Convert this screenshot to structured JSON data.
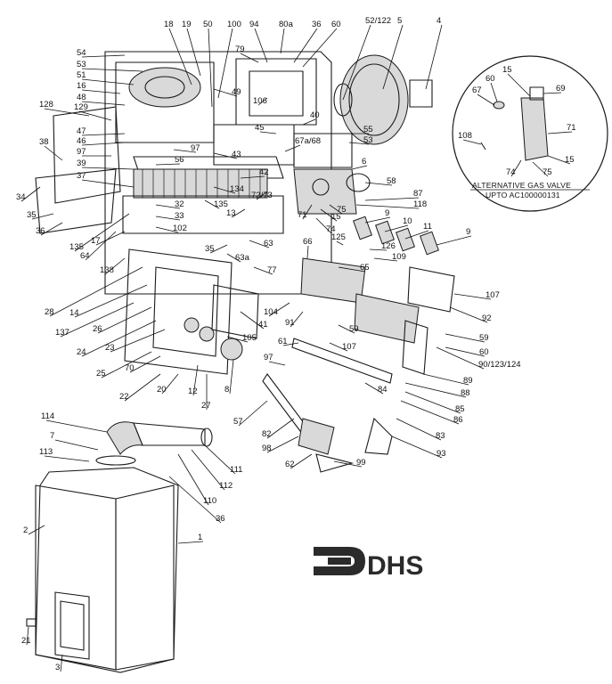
{
  "inset": {
    "title_line1": "ALTERNATIVE GAS VALVE",
    "title_line2": "UPTO AC100000131"
  },
  "logo": {
    "text": "DHS",
    "color": "#2b2b2b"
  },
  "callouts": [
    {
      "id": "c-18",
      "label": "18"
    },
    {
      "id": "c-19",
      "label": "19"
    },
    {
      "id": "c-50",
      "label": "50"
    },
    {
      "id": "c-100",
      "label": "100"
    },
    {
      "id": "c-94",
      "label": "94"
    },
    {
      "id": "c-80a",
      "label": "80a"
    },
    {
      "id": "c-36a",
      "label": "36"
    },
    {
      "id": "c-60a",
      "label": "60"
    },
    {
      "id": "c-52-122",
      "label": "52/122"
    },
    {
      "id": "c-5",
      "label": "5"
    },
    {
      "id": "c-4",
      "label": "4"
    },
    {
      "id": "c-54",
      "label": "54"
    },
    {
      "id": "c-53a",
      "label": "53"
    },
    {
      "id": "c-51",
      "label": "51"
    },
    {
      "id": "c-16",
      "label": "16"
    },
    {
      "id": "c-48",
      "label": "48"
    },
    {
      "id": "c-128",
      "label": "128"
    },
    {
      "id": "c-129",
      "label": "129"
    },
    {
      "id": "c-47",
      "label": "47"
    },
    {
      "id": "c-46",
      "label": "46"
    },
    {
      "id": "c-97a",
      "label": "97"
    },
    {
      "id": "c-38",
      "label": "38"
    },
    {
      "id": "c-79",
      "label": "79"
    },
    {
      "id": "c-49",
      "label": "49"
    },
    {
      "id": "c-106",
      "label": "106"
    },
    {
      "id": "c-40",
      "label": "40"
    },
    {
      "id": "c-45",
      "label": "45"
    },
    {
      "id": "c-67a-68",
      "label": "67a/68"
    },
    {
      "id": "c-55",
      "label": "55"
    },
    {
      "id": "c-53b",
      "label": "53"
    },
    {
      "id": "c-97b",
      "label": "97"
    },
    {
      "id": "c-56",
      "label": "56"
    },
    {
      "id": "c-43",
      "label": "43"
    },
    {
      "id": "c-39",
      "label": "39"
    },
    {
      "id": "c-37",
      "label": "37"
    },
    {
      "id": "c-42",
      "label": "42"
    },
    {
      "id": "c-134",
      "label": "134"
    },
    {
      "id": "c-72-73",
      "label": "72/73"
    },
    {
      "id": "c-6",
      "label": "6"
    },
    {
      "id": "c-58",
      "label": "58"
    },
    {
      "id": "c-87",
      "label": "87"
    },
    {
      "id": "c-118",
      "label": "118"
    },
    {
      "id": "c-34",
      "label": "34"
    },
    {
      "id": "c-35a",
      "label": "35"
    },
    {
      "id": "c-36b",
      "label": "36"
    },
    {
      "id": "c-135a",
      "label": "135"
    },
    {
      "id": "c-13",
      "label": "13"
    },
    {
      "id": "c-71a",
      "label": "71"
    },
    {
      "id": "c-15a",
      "label": "15"
    },
    {
      "id": "c-75a",
      "label": "75"
    },
    {
      "id": "c-74a",
      "label": "74"
    },
    {
      "id": "c-32",
      "label": "32"
    },
    {
      "id": "c-33",
      "label": "33"
    },
    {
      "id": "c-102",
      "label": "102"
    },
    {
      "id": "c-135b",
      "label": "135"
    },
    {
      "id": "c-17",
      "label": "17"
    },
    {
      "id": "c-64",
      "label": "64"
    },
    {
      "id": "c-138",
      "label": "138"
    },
    {
      "id": "c-9a",
      "label": "9"
    },
    {
      "id": "c-10",
      "label": "10"
    },
    {
      "id": "c-11",
      "label": "11"
    },
    {
      "id": "c-9b",
      "label": "9"
    },
    {
      "id": "c-63",
      "label": "63"
    },
    {
      "id": "c-35b",
      "label": "35"
    },
    {
      "id": "c-63a",
      "label": "63a"
    },
    {
      "id": "c-66",
      "label": "66"
    },
    {
      "id": "c-125",
      "label": "125"
    },
    {
      "id": "c-126",
      "label": "126"
    },
    {
      "id": "c-109",
      "label": "109"
    },
    {
      "id": "c-65",
      "label": "65"
    },
    {
      "id": "c-77",
      "label": "77"
    },
    {
      "id": "c-107a",
      "label": "107"
    },
    {
      "id": "c-28",
      "label": "28"
    },
    {
      "id": "c-14",
      "label": "14"
    },
    {
      "id": "c-137",
      "label": "137"
    },
    {
      "id": "c-26",
      "label": "26"
    },
    {
      "id": "c-24",
      "label": "24"
    },
    {
      "id": "c-23",
      "label": "23"
    },
    {
      "id": "c-104",
      "label": "104"
    },
    {
      "id": "c-91",
      "label": "91"
    },
    {
      "id": "c-41",
      "label": "41"
    },
    {
      "id": "c-105",
      "label": "105"
    },
    {
      "id": "c-59a",
      "label": "59"
    },
    {
      "id": "c-107b",
      "label": "107"
    },
    {
      "id": "c-92",
      "label": "92"
    },
    {
      "id": "c-59b",
      "label": "59"
    },
    {
      "id": "c-60b",
      "label": "60"
    },
    {
      "id": "c-61",
      "label": "61"
    },
    {
      "id": "c-25",
      "label": "25"
    },
    {
      "id": "c-70",
      "label": "70"
    },
    {
      "id": "c-22",
      "label": "22"
    },
    {
      "id": "c-20",
      "label": "20"
    },
    {
      "id": "c-12",
      "label": "12"
    },
    {
      "id": "c-27",
      "label": "27"
    },
    {
      "id": "c-8",
      "label": "8"
    },
    {
      "id": "c-97c",
      "label": "97"
    },
    {
      "id": "c-90-123-124",
      "label": "90/123/124"
    },
    {
      "id": "c-89",
      "label": "89"
    },
    {
      "id": "c-84",
      "label": "84"
    },
    {
      "id": "c-88",
      "label": "88"
    },
    {
      "id": "c-85",
      "label": "85"
    },
    {
      "id": "c-86",
      "label": "86"
    },
    {
      "id": "c-83",
      "label": "83"
    },
    {
      "id": "c-57",
      "label": "57"
    },
    {
      "id": "c-82",
      "label": "82"
    },
    {
      "id": "c-98",
      "label": "98"
    },
    {
      "id": "c-62",
      "label": "62"
    },
    {
      "id": "c-99",
      "label": "99"
    },
    {
      "id": "c-93",
      "label": "93"
    },
    {
      "id": "c-114",
      "label": "114"
    },
    {
      "id": "c-7",
      "label": "7"
    },
    {
      "id": "c-113",
      "label": "113"
    },
    {
      "id": "c-111",
      "label": "111"
    },
    {
      "id": "c-112",
      "label": "112"
    },
    {
      "id": "c-110",
      "label": "110"
    },
    {
      "id": "c-36c",
      "label": "36"
    },
    {
      "id": "c-2",
      "label": "2"
    },
    {
      "id": "c-1",
      "label": "1"
    },
    {
      "id": "c-21",
      "label": "21"
    },
    {
      "id": "c-3",
      "label": "3"
    },
    {
      "id": "i-15a",
      "label": "15"
    },
    {
      "id": "i-60",
      "label": "60"
    },
    {
      "id": "i-67",
      "label": "67"
    },
    {
      "id": "i-69",
      "label": "69"
    },
    {
      "id": "i-71",
      "label": "71"
    },
    {
      "id": "i-108",
      "label": "108"
    },
    {
      "id": "i-15b",
      "label": "15"
    },
    {
      "id": "i-74",
      "label": "74"
    },
    {
      "id": "i-75",
      "label": "75"
    }
  ]
}
